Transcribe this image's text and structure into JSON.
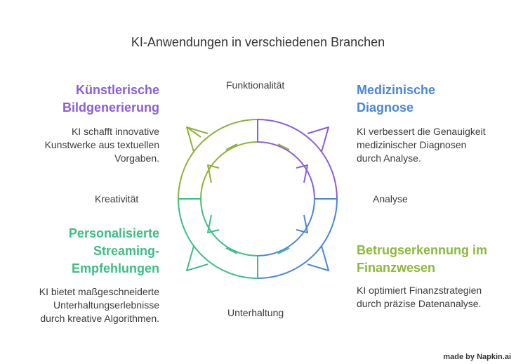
{
  "title": "KI-Anwendungen in verschiedenen Branchen",
  "axes": {
    "top": "Funktionalität",
    "right": "Analyse",
    "bottom": "Unterhaltung",
    "left": "Kreativität"
  },
  "quadrants": [
    {
      "id": "top-left",
      "heading_lines": [
        "Künstlerische",
        "Bildgenerierung"
      ],
      "desc_lines": [
        "KI schafft innovative",
        "Kunstwerke aus textuellen",
        "Vorgaben."
      ],
      "color": "#8a5ed6"
    },
    {
      "id": "top-right",
      "heading_lines": [
        "Medizinische",
        "Diagnose"
      ],
      "desc_lines": [
        "KI verbessert die Genauigkeit",
        "medizinischer Diagnosen",
        "durch Analyse."
      ],
      "color": "#4a86d8"
    },
    {
      "id": "bottom-left",
      "heading_lines": [
        "Personalisierte",
        "Streaming-",
        "Empfehlungen"
      ],
      "desc_lines": [
        "KI bietet maßgeschneiderte",
        "Unterhaltungserlebnisse",
        "durch kreative Algorithmen."
      ],
      "color": "#3dbd86"
    },
    {
      "id": "bottom-right",
      "heading_lines": [
        "Betrugserkennung im",
        "Finanzwesen"
      ],
      "desc_lines": [
        "KI optimiert Finanzstrategien",
        "durch präzise Datenanalyse."
      ],
      "color": "#8cb93a"
    }
  ],
  "watermark": {
    "prefix": "made by",
    "brand": "Napkin.ai"
  }
}
